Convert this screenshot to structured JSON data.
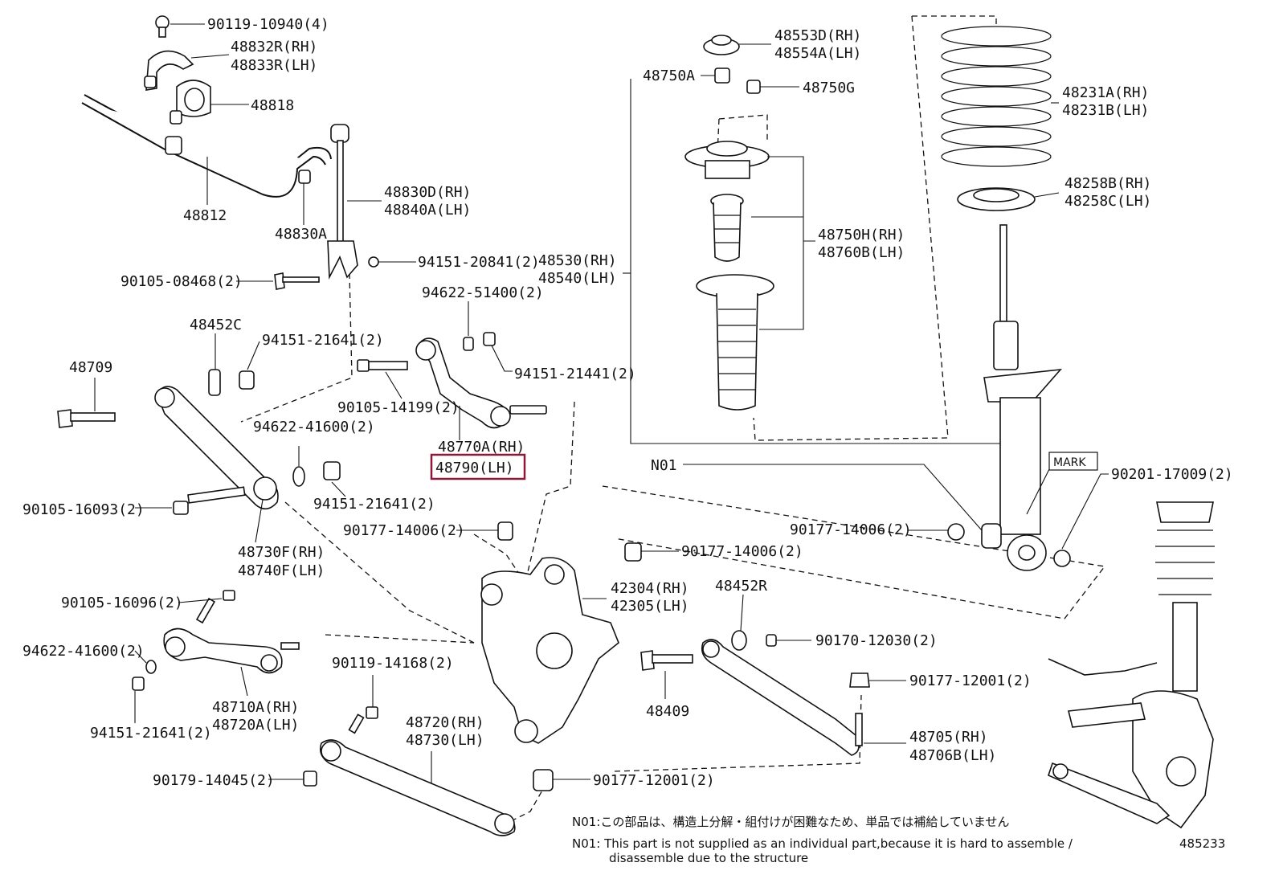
{
  "labels": {
    "p90119_10940": "90119-10940(4)",
    "p48832R": "48832R(RH)",
    "p48833R": "48833R(LH)",
    "p48818": "48818",
    "p48812": "48812",
    "p48830D": "48830D(RH)",
    "p48840A": "48840A(LH)",
    "p48830A": "48830A",
    "p94151_20841": "94151-20841(2)",
    "p90105_08468": "90105-08468(2)",
    "p94622_51400": "94622-51400(2)",
    "p48452C": "48452C",
    "p94151_21641_a": "94151-21641(2)",
    "p48709": "48709",
    "p94151_21441": "94151-21441(2)",
    "p90105_14199": "90105-14199(2)",
    "p48770A": "48770A(RH)",
    "p48790": "48790(LH)",
    "p94622_41600_a": "94622-41600(2)",
    "p94151_21641_b": "94151-21641(2)",
    "p90105_16093": "90105-16093(2)",
    "p48730F": "48730F(RH)",
    "p48740F": "48740F(LH)",
    "p90177_14006_a": "90177-14006(2)",
    "p90177_14006_b": "90177-14006(2)",
    "p42304": "42304(RH)",
    "p42305": "42305(LH)",
    "p48452R": "48452R",
    "p90105_16096": "90105-16096(2)",
    "p94622_41600_b": "94622-41600(2)",
    "p90170_12030": "90170-12030(2)",
    "p90119_14168": "90119-14168(2)",
    "p90177_12001_a": "90177-12001(2)",
    "p48409": "48409",
    "p48710A": "48710A(RH)",
    "p48720A": "48720A(LH)",
    "p94151_21641_c": "94151-21641(2)",
    "p48720": "48720(RH)",
    "p48730": "48730(LH)",
    "p48705": "48705(RH)",
    "p48706B": "48706B(LH)",
    "p90179_14045": "90179-14045(2)",
    "p90177_12001_b": "90177-12001(2)",
    "p48553D": "48553D(RH)",
    "p48554A": "48554A(LH)",
    "p48750A": "48750A",
    "p48750G": "48750G",
    "p48530": "48530(RH)",
    "p48540": "48540(LH)",
    "p48750H": "48750H(RH)",
    "p48760B": "48760B(LH)",
    "p48231A": "48231A(RH)",
    "p48231B": "48231B(LH)",
    "p48258B": "48258B(RH)",
    "p48258C": "48258C(LH)",
    "pN01": "N01",
    "pMARK": "MARK",
    "p90201_17009": "90201-17009(2)",
    "p90177_14006_c": "90177-14006(2)"
  },
  "notes": {
    "jp": "N01:この部品は、構造上分解・組付けが困難なため、単品では補給していません",
    "en1": "N01: This part is not supplied as an individual part,because it is hard to assemble /",
    "en2": "disassemble due to the structure"
  },
  "diagram_id": "485233",
  "highlight_color": "#8b1a3a"
}
